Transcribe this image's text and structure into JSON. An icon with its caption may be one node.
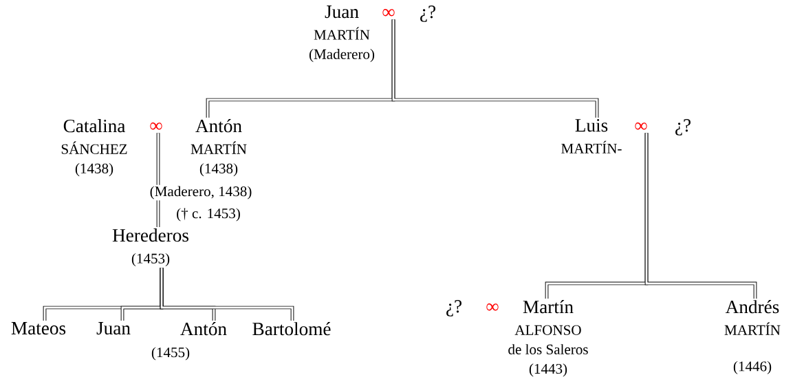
{
  "diagram": {
    "nodes": [
      {
        "text": [
          "Juan",
          "MARTÍN",
          "(Maderero)"
        ]
      },
      {
        "text": [
          "∞"
        ]
      },
      {
        "text": [
          "¿?"
        ]
      },
      {
        "text": [
          "Catalina",
          "SÁNCHEZ",
          "(1438)"
        ]
      },
      {
        "text": [
          "∞"
        ]
      },
      {
        "text": [
          "Antón",
          "MARTÍN",
          "(1438)"
        ]
      },
      {
        "text": [
          "Luis",
          "MARTÍN-"
        ]
      },
      {
        "text": [
          "∞"
        ]
      },
      {
        "text": [
          "¿?"
        ]
      },
      {
        "text": [
          "Herederos",
          "(1453)"
        ]
      },
      {
        "text": [
          "Mateos"
        ]
      },
      {
        "text": [
          "Juan"
        ]
      },
      {
        "text": [
          "Antón"
        ]
      },
      {
        "text": [
          "Bartolomé"
        ]
      },
      {
        "text": [
          "¿?"
        ]
      },
      {
        "text": [
          "∞"
        ]
      },
      {
        "text": [
          "Martín",
          "ALFONSO",
          "de los Saleros",
          "(1443)"
        ]
      },
      {
        "text": [
          "Andrés",
          "MARTÍN",
          "(1446)"
        ]
      }
    ],
    "edges": [
      {
        "from": 1,
        "to": 5,
        "arrow": "none"
      },
      {
        "from": 1,
        "to": 6,
        "arrow": "none"
      },
      {
        "from": 4,
        "to": 9,
        "arrow": "none"
      },
      {
        "from": 9,
        "to": 10,
        "arrow": "none"
      },
      {
        "from": 9,
        "to": 11,
        "arrow": "none"
      },
      {
        "from": 9,
        "to": 12,
        "arrow": "none"
      },
      {
        "from": 9,
        "to": 13,
        "arrow": "none"
      },
      {
        "from": 7,
        "to": 16,
        "arrow": "none"
      },
      {
        "from": 7,
        "to": 17,
        "arrow": "none"
      }
    ],
    "labels": [
      "(Maderero, 1438)",
      "(† c. 1453)",
      "(1455)"
    ]
  }
}
